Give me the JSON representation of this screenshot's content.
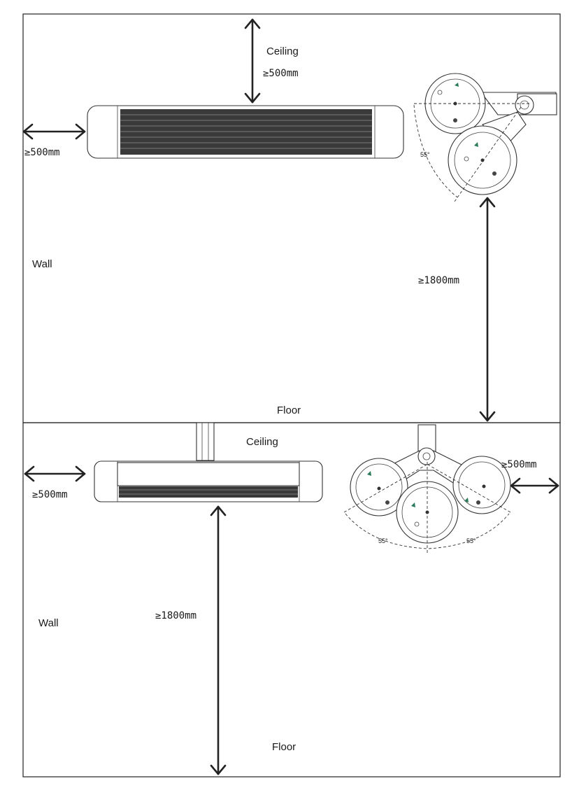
{
  "top_panel": {
    "ceiling_label": "Ceiling",
    "ceiling_clearance": "≥500mm",
    "side_clearance": "≥500mm",
    "wall_label": "Wall",
    "floor_clearance": "≥1800mm",
    "floor_label": "Floor",
    "tilt_angle": "55°"
  },
  "bottom_panel": {
    "ceiling_label": "Ceiling",
    "side_clearance_left": "≥500mm",
    "side_clearance_right": "≥500mm",
    "wall_label": "Wall",
    "floor_clearance": "≥1800mm",
    "floor_label": "Floor",
    "tilt_angle_left": "55°",
    "tilt_angle_right": "55°"
  }
}
